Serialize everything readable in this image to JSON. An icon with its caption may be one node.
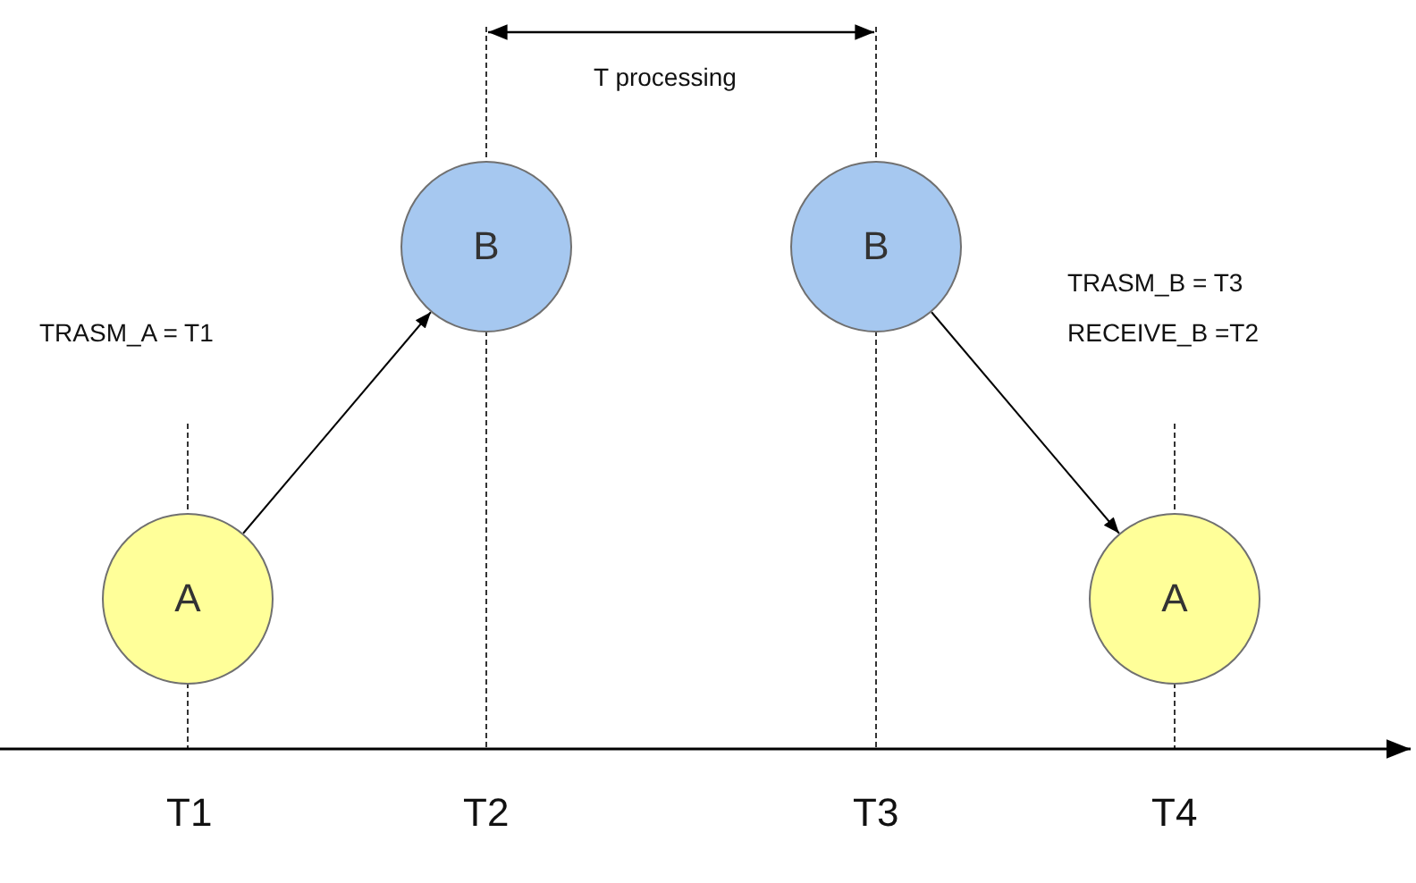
{
  "diagram": {
    "nodes": [
      {
        "text": [
          "A"
        ]
      },
      {
        "text": [
          "B"
        ]
      },
      {
        "text": [
          "B"
        ]
      },
      {
        "text": [
          "A"
        ]
      }
    ],
    "edges": [
      {
        "from": 0,
        "to": 1,
        "arrow": "to"
      },
      {
        "from": 2,
        "to": 3,
        "arrow": "to"
      }
    ],
    "labels": [
      "T processing",
      "TRASM_A = T1",
      "TRASM_B = T3",
      "RECEIVE_B =T2",
      "T1",
      "T2",
      "T3",
      "T4"
    ]
  }
}
